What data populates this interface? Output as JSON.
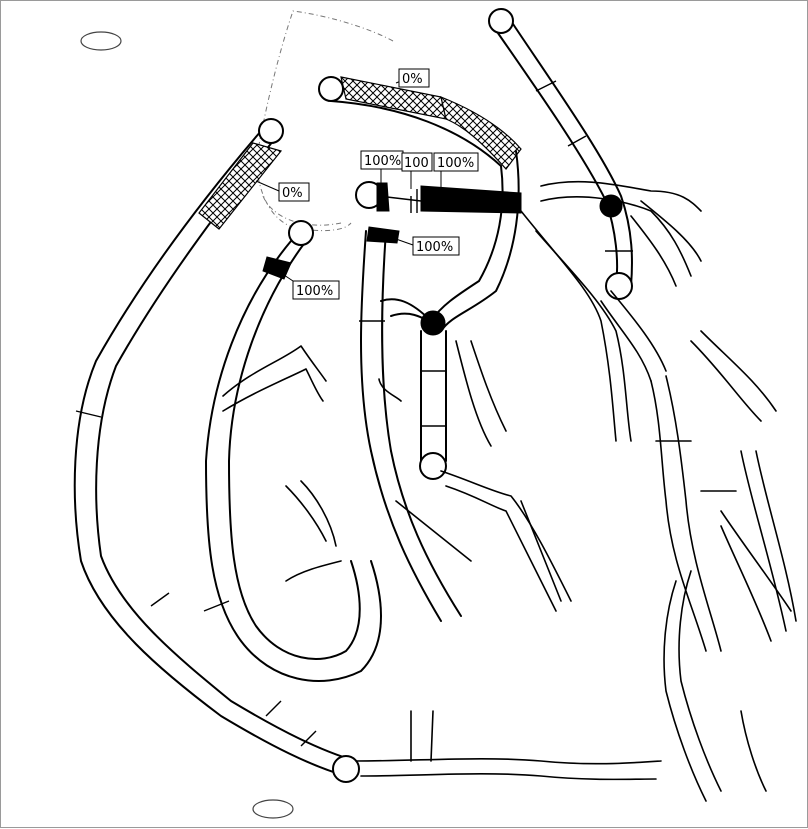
{
  "labels": {
    "ramus_pct": "0%",
    "diag_pct": "0%",
    "lm_pct": "100%",
    "lad_mid_pct": "100",
    "lad_prox_pct": "100%",
    "cx_prox_pct": "100%",
    "rca_pct": "100%"
  },
  "colors": {
    "vessel_stroke": "#000000",
    "background": "#ffffff",
    "border": "#9a9a9a",
    "territory_outline": "#777777"
  }
}
